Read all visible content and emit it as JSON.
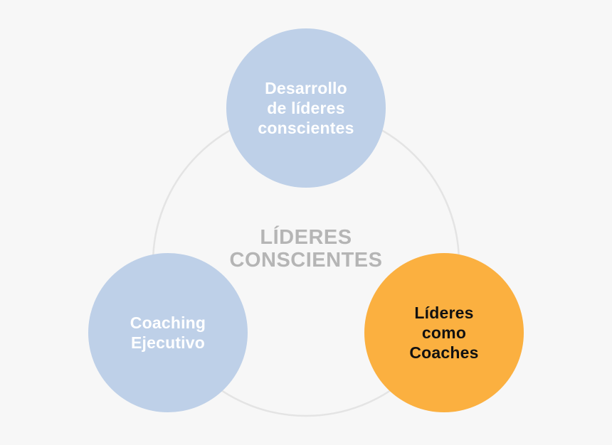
{
  "diagram": {
    "center": {
      "text": "LÍDERES\nCONSCIENTES",
      "color": "#b5b5b5"
    },
    "ring_color": "#e4e4e4",
    "nodes": [
      {
        "id": "top",
        "text": "Desarrollo\nde líderes\nconscientes",
        "fill": "#bed0e8",
        "text_color": "#ffffff"
      },
      {
        "id": "left",
        "text": "Coaching\nEjecutivo",
        "fill": "#bed0e8",
        "text_color": "#ffffff"
      },
      {
        "id": "right",
        "text": "Líderes\ncomo\nCoaches",
        "fill": "#fbb040",
        "text_color": "#111111"
      }
    ]
  }
}
